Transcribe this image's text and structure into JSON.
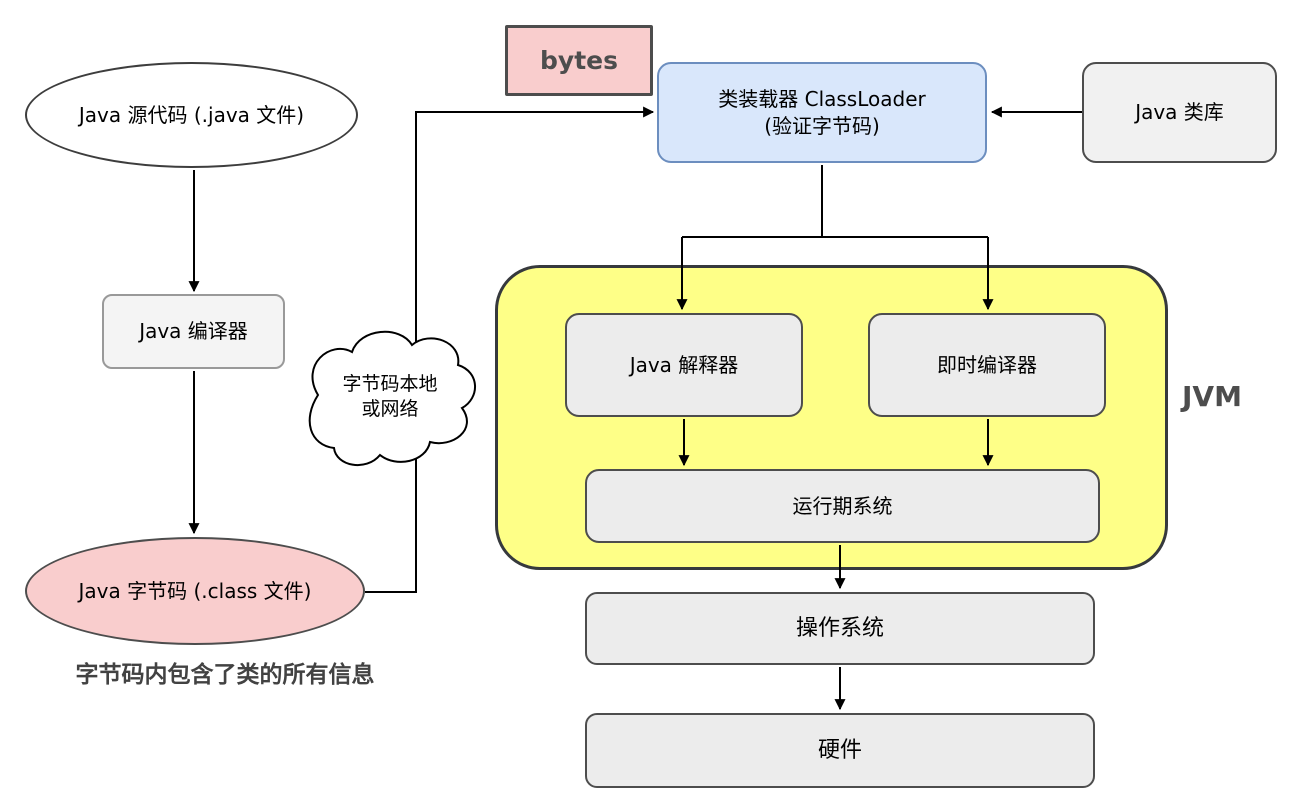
{
  "nodes": {
    "source": "Java 源代码 (.java 文件)",
    "compiler": "Java 编译器",
    "bytecode": "Java 字节码 (.class 文件)",
    "caption": "字节码内包含了类的所有信息",
    "cloud_line1": "字节码本地",
    "cloud_line2": "或网络",
    "bytes": "bytes",
    "classloader_title": "类装载器 ClassLoader",
    "classloader_subtitle": "(验证字节码)",
    "classlib": "Java 类库",
    "interpreter": "Java 解释器",
    "jit": "即时编译器",
    "runtime": "运行期系统",
    "jvm": "JVM",
    "os": "操作系统",
    "hardware": "硬件"
  },
  "colors": {
    "pink": "#f9cdcd",
    "blue_fill": "#d9e7fb",
    "blue_border": "#6c8ebf",
    "yellow_fill": "#feff87",
    "yellow_border": "#36393d",
    "gray_fill": "#f1f1f1",
    "gray_border": "#4d4d4d",
    "light_border": "#999999",
    "line": "#000000",
    "muted_text": "#4d4d4d"
  }
}
